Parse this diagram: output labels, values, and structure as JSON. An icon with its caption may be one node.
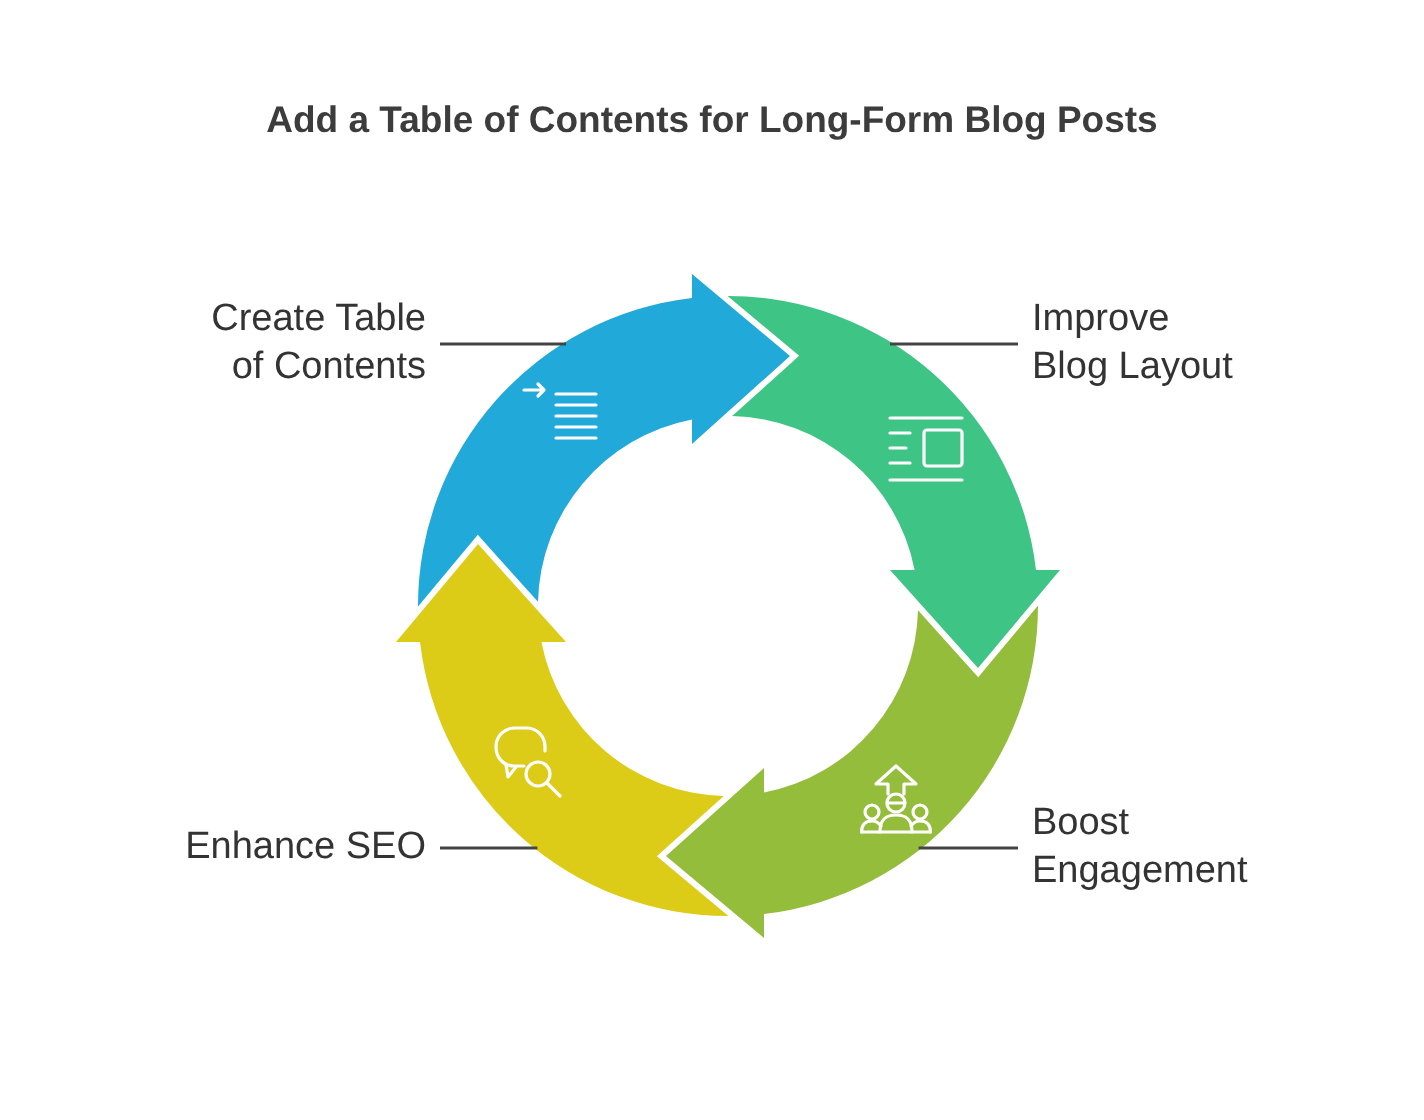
{
  "diagram": {
    "title": "Add a Table of Contents for Long-Form Blog Posts",
    "nodes": [
      {
        "text": [
          "Create Table of Contents"
        ]
      },
      {
        "text": [
          "Improve Blog Layout"
        ]
      },
      {
        "text": [
          "Boost Engagement"
        ]
      },
      {
        "text": [
          "Enhance SEO"
        ]
      },
      {
        "text": [],
        "shape": "arrow"
      },
      {
        "text": [],
        "shape": "arrow"
      },
      {
        "text": [],
        "shape": "arrow"
      },
      {
        "text": [],
        "shape": "arrow"
      }
    ],
    "edges": [
      {
        "from": 0,
        "to": 4,
        "arrow": "none"
      },
      {
        "from": 1,
        "to": 5,
        "arrow": "none"
      },
      {
        "from": 2,
        "to": 6,
        "arrow": "none"
      },
      {
        "from": 3,
        "to": 7,
        "arrow": "none"
      }
    ]
  }
}
